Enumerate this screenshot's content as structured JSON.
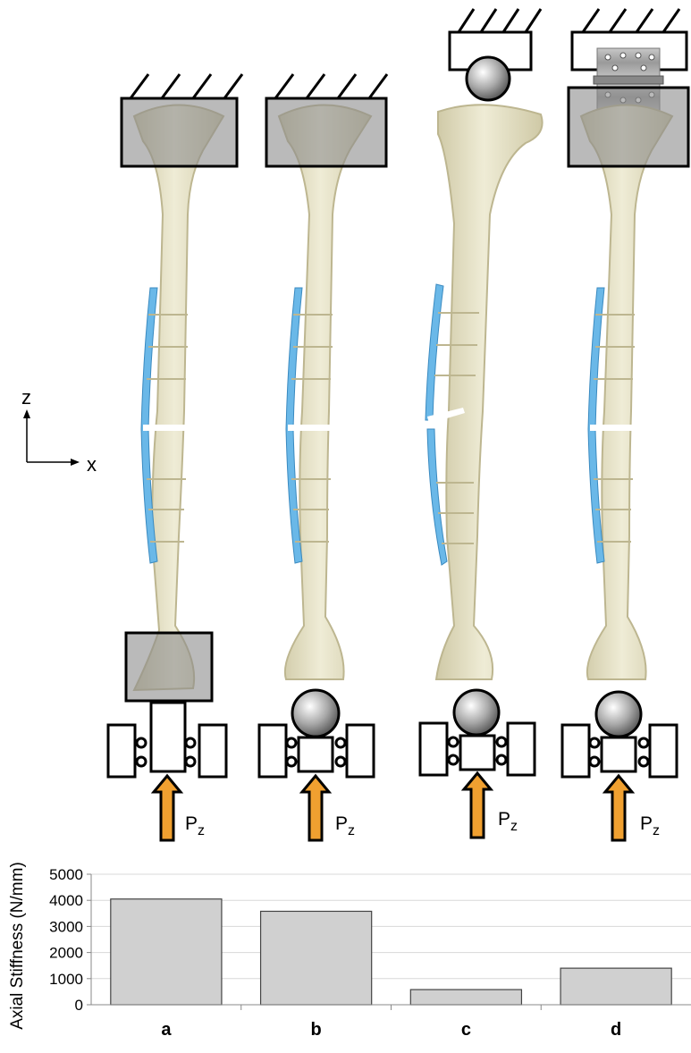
{
  "axes_indicator": {
    "z_label": "z",
    "x_label": "x"
  },
  "load_label": {
    "main": "P",
    "sub": "z"
  },
  "panels": [
    {
      "id": "a",
      "proximal": "fixed",
      "distal": "potted-sliding"
    },
    {
      "id": "b",
      "proximal": "fixed",
      "distal": "ball-joint-sliding"
    },
    {
      "id": "c",
      "proximal": "ball-joint",
      "distal": "ball-joint-sliding"
    },
    {
      "id": "d",
      "proximal": "hinge",
      "distal": "ball-joint-sliding"
    }
  ],
  "colors": {
    "bone": "#e8e4c8",
    "bone_edge": "#c4bd98",
    "plate": "#6ab8e8",
    "potting": "#9a9a9a",
    "arrow": "#f0a030",
    "bar": "#d0d0d0"
  },
  "chart_data": {
    "type": "bar",
    "categories": [
      "a",
      "b",
      "c",
      "d"
    ],
    "values": [
      4050,
      3580,
      580,
      1400
    ],
    "title": "",
    "xlabel": "",
    "ylabel": "Axial Stiffness (N/mm)",
    "ylim": [
      0,
      5000
    ],
    "yticks": [
      0,
      1000,
      2000,
      3000,
      4000,
      5000
    ],
    "grid": true,
    "legend": "none"
  }
}
